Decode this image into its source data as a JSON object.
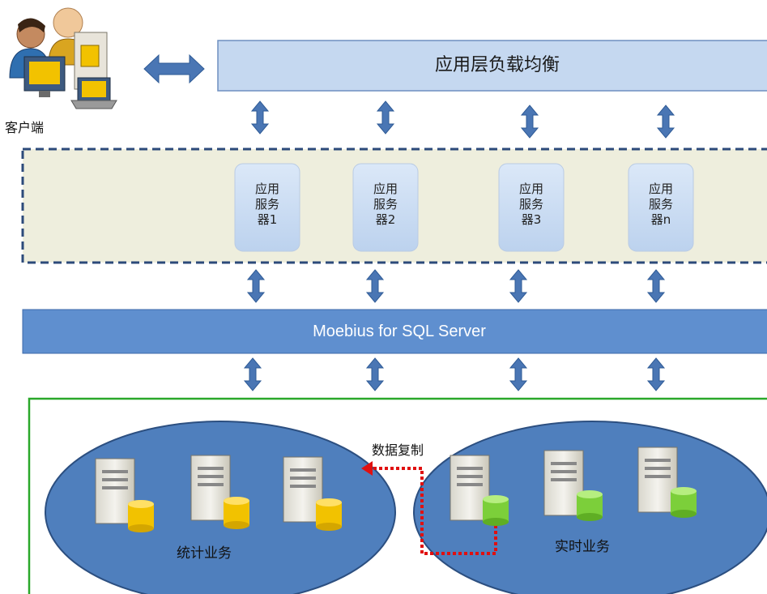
{
  "client": {
    "label": "客户端"
  },
  "load_balancer": {
    "label": "应用层负载均衡"
  },
  "app_servers": [
    {
      "line1": "应用",
      "line2": "服务",
      "line3": "器1"
    },
    {
      "line1": "应用",
      "line2": "服务",
      "line3": "器2"
    },
    {
      "line1": "应用",
      "line2": "服务",
      "line3": "器3"
    },
    {
      "line1": "应用",
      "line2": "服务",
      "line3": "器n"
    }
  ],
  "moebius": {
    "label": "Moebius for SQL Server"
  },
  "replication": {
    "label": "数据复制"
  },
  "clusters": [
    {
      "label": "统计业务",
      "db_color": "#f2c200"
    },
    {
      "label": "实时业务",
      "db_color": "#7ccf3a"
    }
  ],
  "colors": {
    "bar_fill": "#c5d8f0",
    "bar_border": "#6e8fc0",
    "moebius_fill": "#5f8fcf",
    "arrow": "#4a76b4",
    "app_zone_fill": "#eeeedd",
    "app_zone_border": "#2c4a7a",
    "db_zone_border": "#2aa82a",
    "ellipse_fill": "#4f7fbd",
    "replication_arrow": "#e01010"
  }
}
